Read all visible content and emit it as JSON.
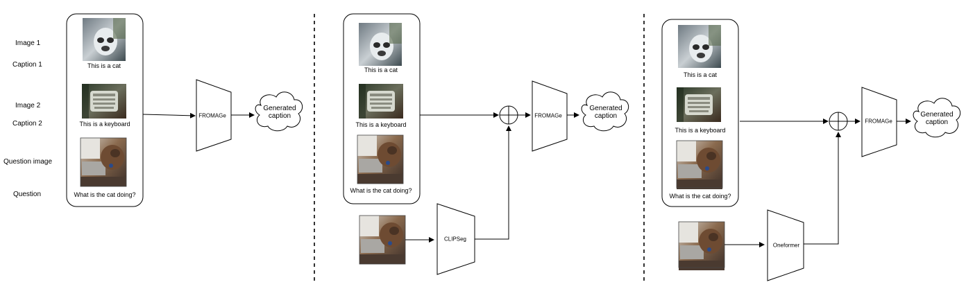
{
  "labels": {
    "image1": "Image 1",
    "caption1": "Caption 1",
    "image2": "Image 2",
    "caption2": "Caption 2",
    "question_image": "Question image",
    "question": "Question"
  },
  "captions": {
    "cat": "This is a cat",
    "keyboard": "This is a keyboard",
    "question": "What is the cat doing?"
  },
  "modules": {
    "fromage": "FROMAGe",
    "clipseg": "CLIPSeg",
    "oneformer": "Oneformer"
  },
  "output": {
    "line1": "Generated",
    "line2": "caption"
  },
  "icons": {
    "concat": "circle-plus-icon",
    "arrow": "arrow-right-icon"
  },
  "colors": {
    "stroke": "#000000",
    "background": "#ffffff"
  }
}
